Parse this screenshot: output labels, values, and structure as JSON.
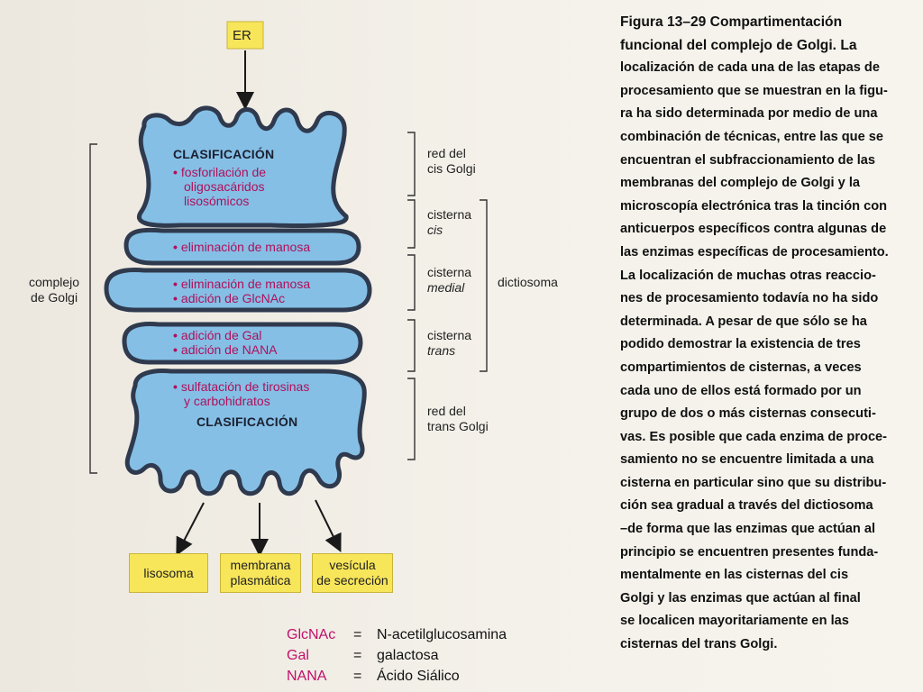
{
  "diagram": {
    "er_label": "ER",
    "cisterns": [
      {
        "id": "cis-network",
        "title": "CLASIFICACIÓN",
        "enzymes": [
          "fosforilación de",
          "oligosacáridos",
          "lisosómicos"
        ]
      },
      {
        "id": "cis",
        "enzymes": [
          "eliminación de manosa"
        ]
      },
      {
        "id": "medial",
        "enzymes": [
          "eliminación de manosa",
          "adición de GlcNAc"
        ]
      },
      {
        "id": "trans",
        "enzymes": [
          "adición de Gal",
          "adición de NANA"
        ]
      },
      {
        "id": "trans-network",
        "title": "CLASIFICACIÓN",
        "enzymes": [
          "sulfatación de tirosinas",
          "y carbohidratos"
        ]
      }
    ],
    "left_label": [
      "complejo",
      "de Golgi"
    ],
    "right_labels": {
      "cis_network": [
        "red del",
        "cis Golgi"
      ],
      "cis": [
        "cisterna",
        "cis"
      ],
      "medial": [
        "cisterna",
        "medial"
      ],
      "trans": [
        "cisterna",
        "trans"
      ],
      "trans_network": [
        "red del",
        "trans Golgi"
      ],
      "dictyosome": "dictiosoma"
    },
    "destinations": [
      "lisosoma",
      "membrana plasmática",
      "vesícula de secreción"
    ],
    "destinations_lines": [
      [
        "lisosoma"
      ],
      [
        "membrana",
        "plasmática"
      ],
      [
        "vesícula",
        "de secreción"
      ]
    ]
  },
  "legend": [
    {
      "abbr": "GlcNAc",
      "eq": "=",
      "full": "N-acetilglucosamina"
    },
    {
      "abbr": "Gal",
      "eq": "=",
      "full": "galactosa"
    },
    {
      "abbr": "NANA",
      "eq": "=",
      "full": "Ácido Siálico"
    }
  ],
  "caption": {
    "lines": [
      "Figura 13–29 Compartimentación",
      "funcional del complejo de Golgi. La",
      "localización de cada una de las etapas de",
      "procesamiento que se muestran en la figu-",
      "ra ha sido determinada por medio de una",
      "combinación de técnicas, entre las que se",
      "encuentran el subfraccionamiento de las",
      "membranas del complejo de Golgi y la",
      "microscopía electrónica tras la tinción con",
      "anticuerpos específicos contra algunas de",
      "las enzimas específicas de procesamiento.",
      "La localización de muchas otras reaccio-",
      "nes de procesamiento todavía no ha sido",
      "determinada. A pesar de que sólo se ha",
      "podido demostrar la existencia de tres",
      "compartimientos de cisternas, a veces",
      "cada uno de ellos está formado por un",
      "grupo de dos o más cisternas consecuti-",
      "vas. Es posible que cada enzima de proce-",
      "samiento no se encuentre limitada a una",
      "cisterna en particular sino que su distribu-",
      "ción sea gradual a través del dictiosoma",
      "–de forma que las enzimas que actúan al",
      "principio se encuentren presentes funda-",
      "mentalmente en las cisternas del cis",
      "Golgi y las enzimas que actúan al final",
      "se localicen mayoritariamente en las",
      "cisternas del trans Golgi."
    ]
  },
  "colors": {
    "cistern_fill": "#85bfe6",
    "cistern_outline": "#2f3a4e",
    "enzyme_text": "#b0105a",
    "box_fill": "#f7e55a",
    "legend_abbr": "#c0106a"
  }
}
